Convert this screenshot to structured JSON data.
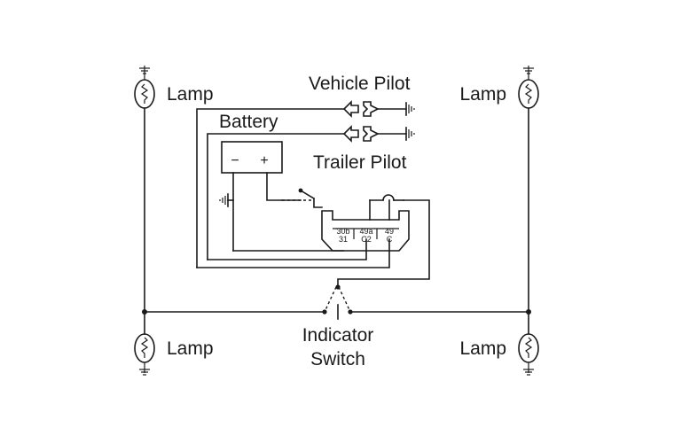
{
  "labels": {
    "lamp_top_left": "Lamp",
    "lamp_top_right": "Lamp",
    "lamp_bottom_left": "Lamp",
    "lamp_bottom_right": "Lamp",
    "vehicle_pilot": "Vehicle Pilot",
    "battery": "Battery",
    "trailer_pilot": "Trailer Pilot",
    "indicator_switch_line1": "Indicator",
    "indicator_switch_line2": "Switch"
  },
  "battery": {
    "minus": "−",
    "plus": "+"
  },
  "unit_terminals": {
    "t1_top": "30b",
    "t1_bottom": "31",
    "t2_top": "49a",
    "t2_bottom": "C2",
    "t3_top": "49",
    "t3_bottom": "C"
  }
}
